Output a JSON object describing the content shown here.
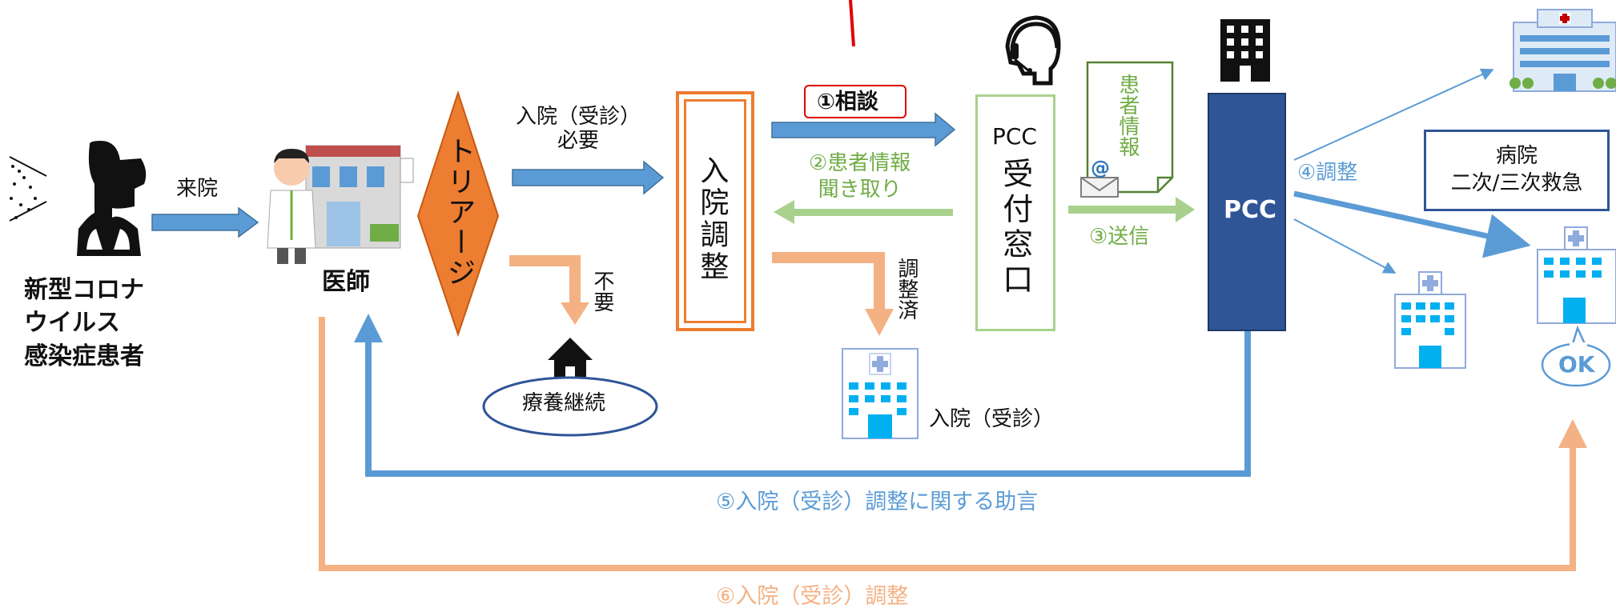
{
  "nodes": {
    "patient": "新型コロナ\nウイルス\n感染症患者",
    "doctor": "医師",
    "triage": "トリアージ",
    "admission_coord": "入院調整",
    "home_care": "療養継続",
    "pcc_desk_en": "PCC",
    "pcc_desk_jp": "受付窓口",
    "patient_info_doc": "患者情報",
    "pcc": "PCC",
    "hospital_box": "病院\n二次/三次救急",
    "ok_bubble": "OK"
  },
  "edges": {
    "visit": "来院",
    "admission_needed": "入院（受診）\n必要",
    "not_needed": "不要",
    "consult": "①相談",
    "hearing": "②患者情報\n聞き取り",
    "adjusted": "調整済",
    "admission_result": "入院（受診）",
    "send": "③送信",
    "coordinate": "④調整",
    "advice": "⑤入院（受診）調整に関する助言",
    "final_coord": "⑥入院（受診）調整"
  },
  "colors": {
    "blue_arrow": "#5b9bd5",
    "orange_arrow": "#f4b183",
    "green_arrow": "#a9d18e",
    "green_text": "#70ad47",
    "orange_border": "#ed7d31",
    "navy": "#2f5597",
    "red": "#e00000",
    "light_blue_text": "#5b9bd5"
  }
}
